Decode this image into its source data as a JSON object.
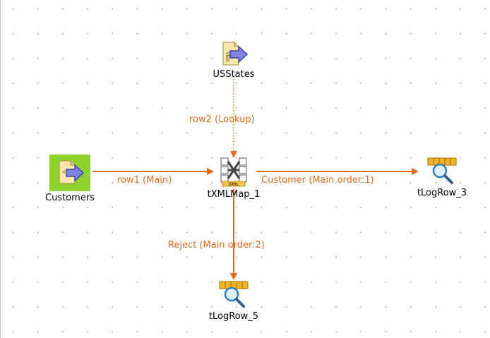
{
  "components": {
    "usstates": {
      "label": "USStates",
      "icon": "xml-input-icon"
    },
    "customers": {
      "label": "Customers",
      "icon": "xml-input-icon"
    },
    "txmlmap": {
      "label": "tXMLMap_1",
      "icon": "xml-map-icon"
    },
    "tlogrow3": {
      "label": "tLogRow_3",
      "icon": "log-row-icon"
    },
    "tlogrow5": {
      "label": "tLogRow_5",
      "icon": "log-row-icon"
    }
  },
  "links": {
    "row2": {
      "label": "row2 (Lookup)",
      "style": "dotted"
    },
    "row1": {
      "label": "row1 (Main)",
      "style": "solid"
    },
    "customer": {
      "label": "Customer (Main order:1)",
      "style": "solid"
    },
    "reject": {
      "label": "Reject (Main order:2)",
      "style": "solid"
    }
  },
  "colors": {
    "link": "#e26a1a",
    "canvas": "#ffffff",
    "grid_dot": "#9a9a9a",
    "selected_bg": "#8fd12e"
  }
}
